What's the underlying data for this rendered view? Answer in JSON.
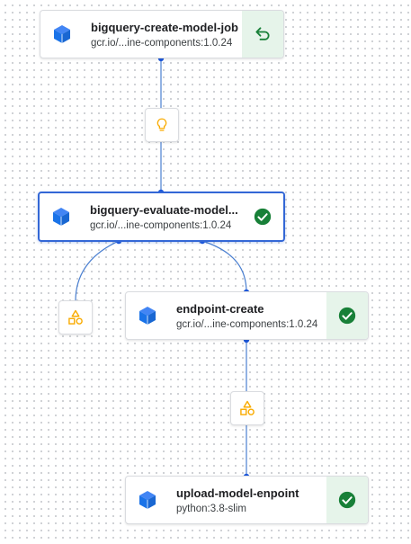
{
  "nodes": [
    {
      "title": "bigquery-create-model-job",
      "subtitle": "gcr.io/...ine-components:1.0.24",
      "status": "running-icon"
    },
    {
      "title": "bigquery-evaluate-model...",
      "subtitle": "gcr.io/...ine-components:1.0.24",
      "status": "check-circle-icon"
    },
    {
      "title": "endpoint-create",
      "subtitle": "gcr.io/...ine-components:1.0.24",
      "status": "check-circle-icon"
    },
    {
      "title": "upload-model-enpoint",
      "subtitle": "python:3.8-slim",
      "status": "check-circle-icon"
    }
  ],
  "artifacts": [
    {
      "icon": "lightbulb-icon"
    },
    {
      "icon": "shapes-icon"
    },
    {
      "icon": "shapes-icon"
    }
  ],
  "colors": {
    "selected_border": "#3367d6",
    "success_green": "#188038",
    "status_bg": "#e6f4ea",
    "edge": "#4a7fd0",
    "cube_blue": "#1a73e8",
    "artifact_yellow": "#f9ab00"
  }
}
